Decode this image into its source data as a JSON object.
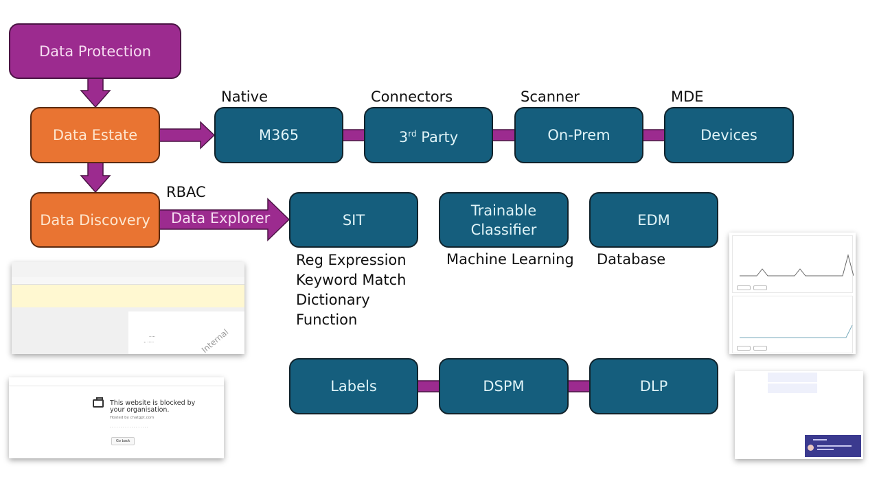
{
  "boxes": {
    "data_protection": "Data Protection",
    "data_estate": "Data Estate",
    "data_discovery": "Data Discovery",
    "m365": "M365",
    "third_party_num": "3",
    "third_party_sup": "rd",
    "third_party_rest": " Party",
    "on_prem": "On-Prem",
    "devices": "Devices",
    "sit": "SIT",
    "trainable_line1": "Trainable",
    "trainable_line2": "Classifier",
    "edm": "EDM",
    "labels": "Labels",
    "dspm": "DSPM",
    "dlp": "DLP"
  },
  "captions": {
    "native": "Native",
    "connectors": "Connectors",
    "scanner": "Scanner",
    "mde": "MDE",
    "rbac": "RBAC",
    "data_explorer": "Data Explorer",
    "machine_learning": "Machine Learning",
    "database": "Database"
  },
  "sit_methods": [
    "Reg Expression",
    "Keyword Match",
    "Dictionary",
    "Function"
  ],
  "screenshots": {
    "word_doc": {
      "watermark": "Internal"
    },
    "blocked_site": {
      "title": "This website is blocked by your organisation.",
      "hosted": "Hosted by chatgpt.com",
      "go_back": "Go back"
    }
  },
  "colors": {
    "purple": "#9c2b8f",
    "orange": "#e97432",
    "teal": "#155e7d"
  }
}
